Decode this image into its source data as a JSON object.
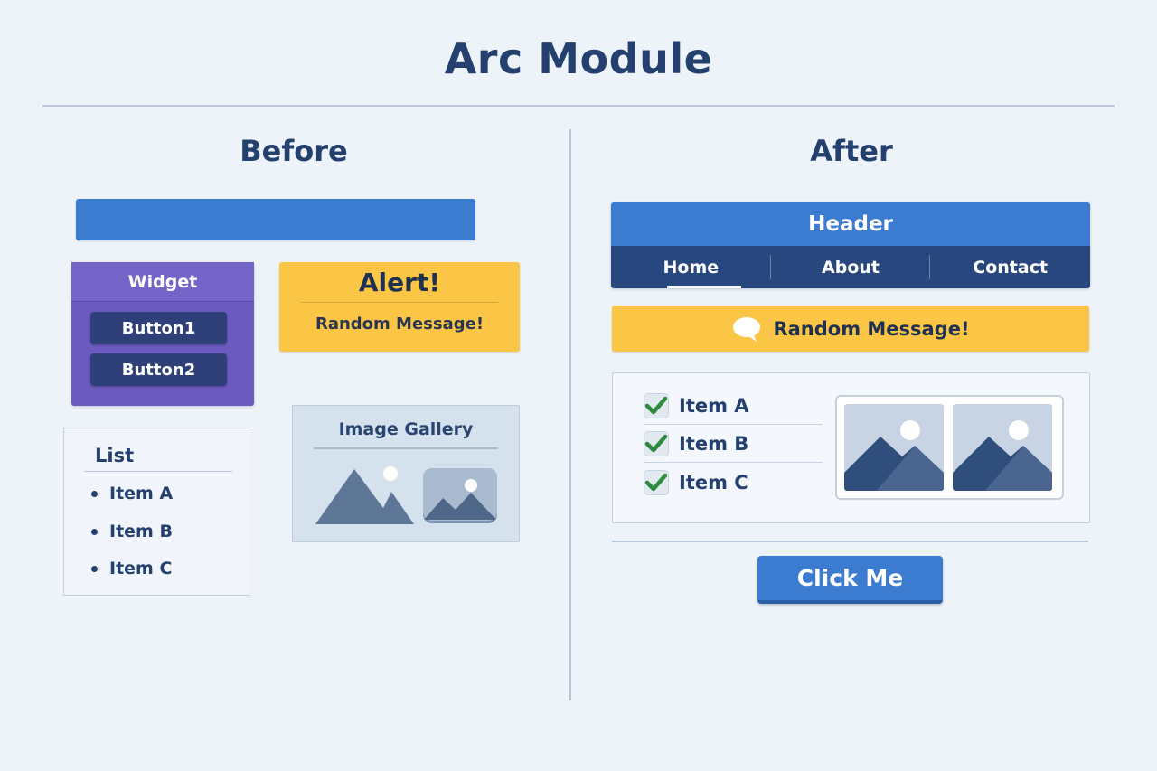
{
  "title": "Arc Module",
  "before": {
    "heading": "Before",
    "widget": {
      "title": "Widget",
      "buttons": [
        "Button1",
        "Button2"
      ]
    },
    "alert": {
      "title": "Alert!",
      "message": "Random Message!"
    },
    "list": {
      "title": "List",
      "items": [
        "Item A",
        "Item B",
        "Item C"
      ]
    },
    "gallery": {
      "title": "Image Gallery",
      "images": [
        "mountain-image-icon",
        "mountain-image-icon"
      ]
    }
  },
  "after": {
    "heading": "After",
    "header": "Header",
    "nav": [
      "Home",
      "About",
      "Contact"
    ],
    "active_nav": "Home",
    "message": {
      "icon": "speech-bubble-icon",
      "text": "Random Message!"
    },
    "checklist": [
      "Item A",
      "Item B",
      "Item C"
    ],
    "gallery_images": [
      "mountain-image-icon",
      "mountain-image-icon"
    ],
    "button_label": "Click Me"
  },
  "colors": {
    "primary_blue": "#3b7bd0",
    "nav_navy": "#27477e",
    "widget_purple": "#6b5ac0",
    "alert_yellow": "#fbc545",
    "check_green": "#2e8b3e",
    "text_navy": "#23406e"
  }
}
